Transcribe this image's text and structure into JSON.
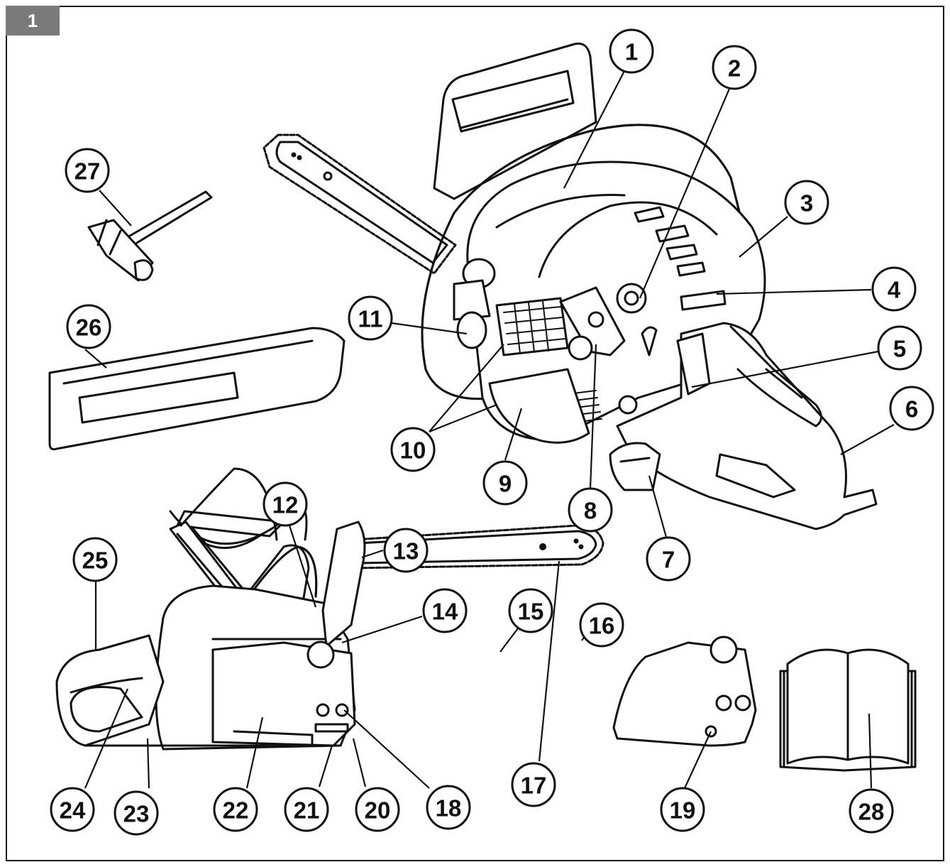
{
  "figure": {
    "tab_label": "1"
  },
  "colors": {
    "line": "#111111",
    "tab_background": "#7a7a7a",
    "tab_text": "#ffffff",
    "paper": "#ffffff"
  },
  "callouts": [
    {
      "n": "1"
    },
    {
      "n": "2"
    },
    {
      "n": "3"
    },
    {
      "n": "4"
    },
    {
      "n": "5"
    },
    {
      "n": "6"
    },
    {
      "n": "7"
    },
    {
      "n": "8"
    },
    {
      "n": "9"
    },
    {
      "n": "10"
    },
    {
      "n": "11"
    },
    {
      "n": "12"
    },
    {
      "n": "13"
    },
    {
      "n": "14"
    },
    {
      "n": "15"
    },
    {
      "n": "16"
    },
    {
      "n": "17"
    },
    {
      "n": "18"
    },
    {
      "n": "19"
    },
    {
      "n": "20"
    },
    {
      "n": "21"
    },
    {
      "n": "22"
    },
    {
      "n": "23"
    },
    {
      "n": "24"
    },
    {
      "n": "25"
    },
    {
      "n": "26"
    },
    {
      "n": "27"
    },
    {
      "n": "28"
    }
  ]
}
